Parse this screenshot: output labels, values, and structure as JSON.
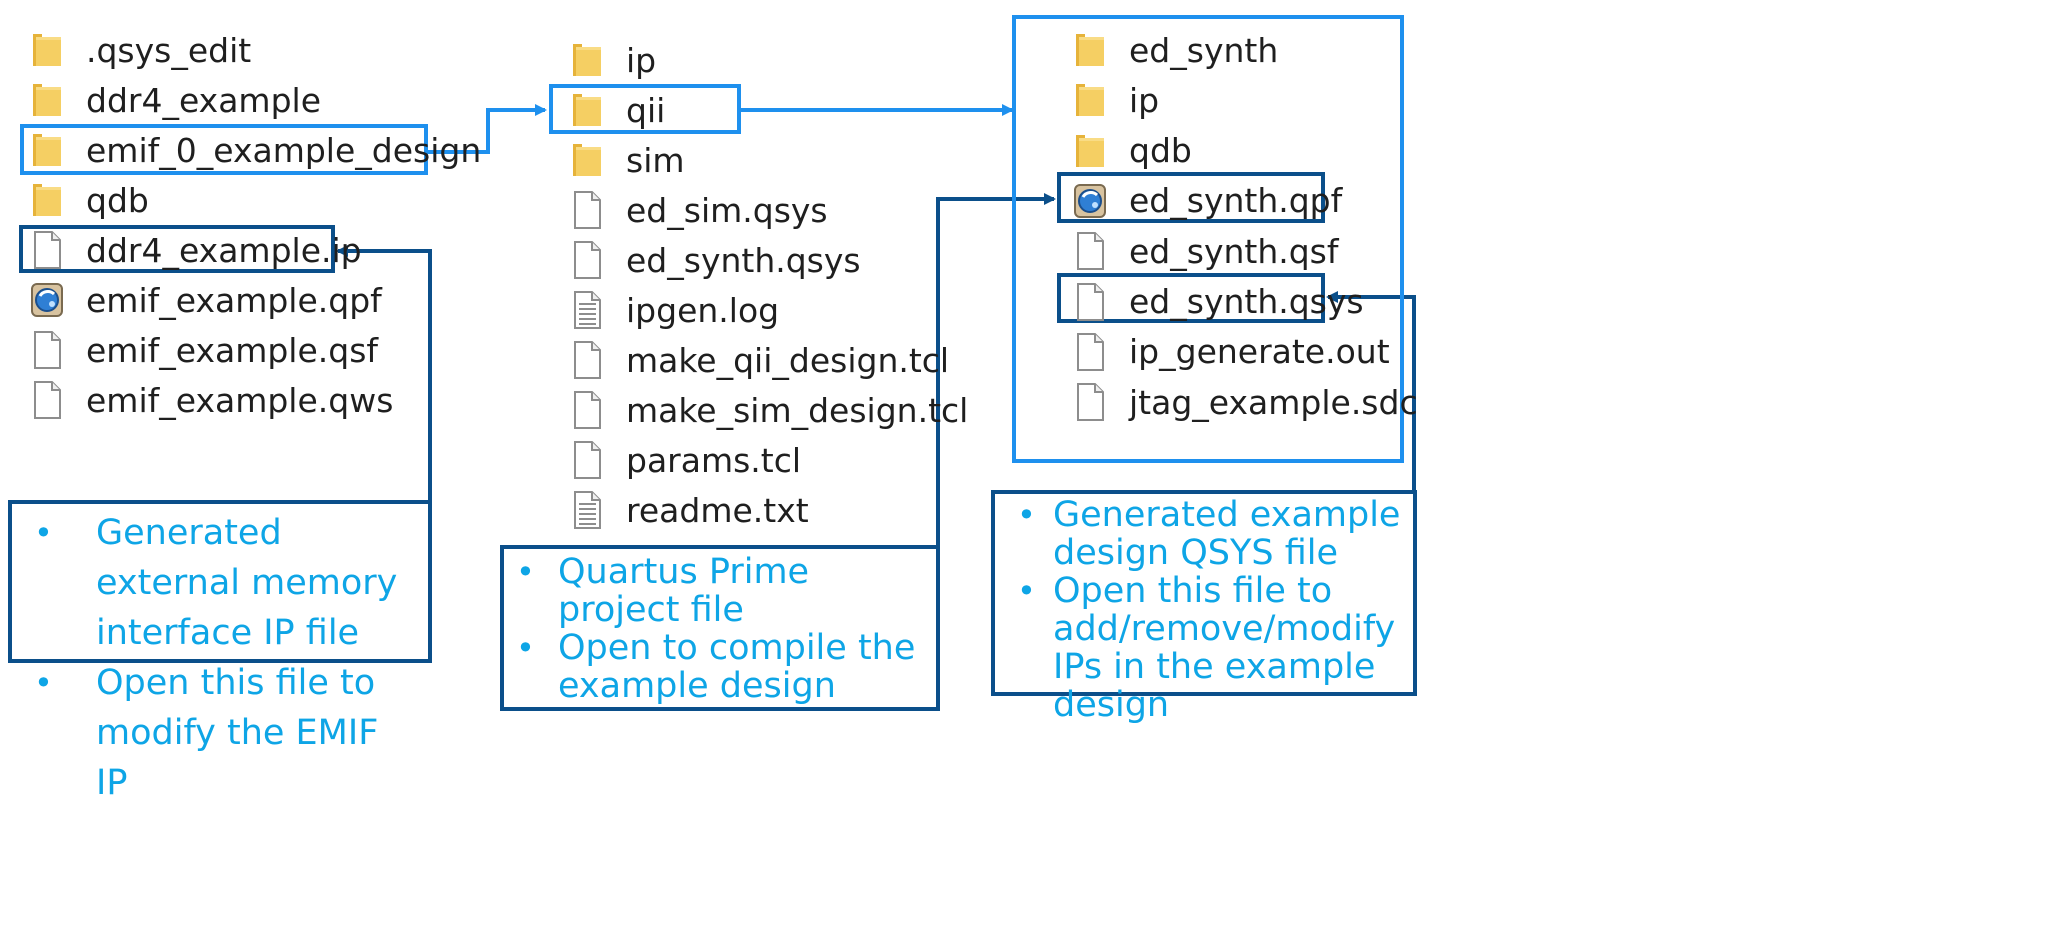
{
  "colors": {
    "dark_blue": "#0b4f8a",
    "light_blue": "#1e90ee",
    "callout_text": "#0ea5e6",
    "folder": "#f5cf63"
  },
  "left_panel": {
    "items": [
      {
        "label": ".qsys_edit",
        "icon": "folder-icon"
      },
      {
        "label": "ddr4_example",
        "icon": "folder-icon"
      },
      {
        "label": "emif_0_example_design",
        "icon": "folder-icon"
      },
      {
        "label": "qdb",
        "icon": "folder-icon"
      },
      {
        "label": "ddr4_example.ip",
        "icon": "file-icon"
      },
      {
        "label": "emif_example.qpf",
        "icon": "quartus-project-icon"
      },
      {
        "label": "emif_example.qsf",
        "icon": "file-icon"
      },
      {
        "label": "emif_example.qws",
        "icon": "file-icon"
      }
    ],
    "callout": [
      "Generated external memory interface IP file",
      "Open this file to modify the EMIF IP"
    ]
  },
  "middle_panel": {
    "items": [
      {
        "label": "ip",
        "icon": "folder-icon"
      },
      {
        "label": "qii",
        "icon": "folder-icon"
      },
      {
        "label": "sim",
        "icon": "folder-icon"
      },
      {
        "label": "ed_sim.qsys",
        "icon": "file-icon"
      },
      {
        "label": "ed_synth.qsys",
        "icon": "file-icon"
      },
      {
        "label": "ipgen.log",
        "icon": "text-file-icon"
      },
      {
        "label": "make_qii_design.tcl",
        "icon": "file-icon"
      },
      {
        "label": "make_sim_design.tcl",
        "icon": "file-icon"
      },
      {
        "label": "params.tcl",
        "icon": "file-icon"
      },
      {
        "label": "readme.txt",
        "icon": "text-file-icon"
      }
    ],
    "callout": [
      "Quartus Prime project file",
      "Open to compile the example design"
    ]
  },
  "right_panel": {
    "items": [
      {
        "label": "ed_synth",
        "icon": "folder-icon"
      },
      {
        "label": "ip",
        "icon": "folder-icon"
      },
      {
        "label": "qdb",
        "icon": "folder-icon"
      },
      {
        "label": "ed_synth.qpf",
        "icon": "quartus-project-icon"
      },
      {
        "label": "ed_synth.qsf",
        "icon": "file-icon"
      },
      {
        "label": "ed_synth.qsys",
        "icon": "file-icon"
      },
      {
        "label": "ip_generate.out",
        "icon": "file-icon"
      },
      {
        "label": "jtag_example.sdc",
        "icon": "file-icon"
      }
    ],
    "callout": [
      "Generated example design QSYS file",
      "Open this file to add/remove/modify IPs in the example design"
    ]
  }
}
